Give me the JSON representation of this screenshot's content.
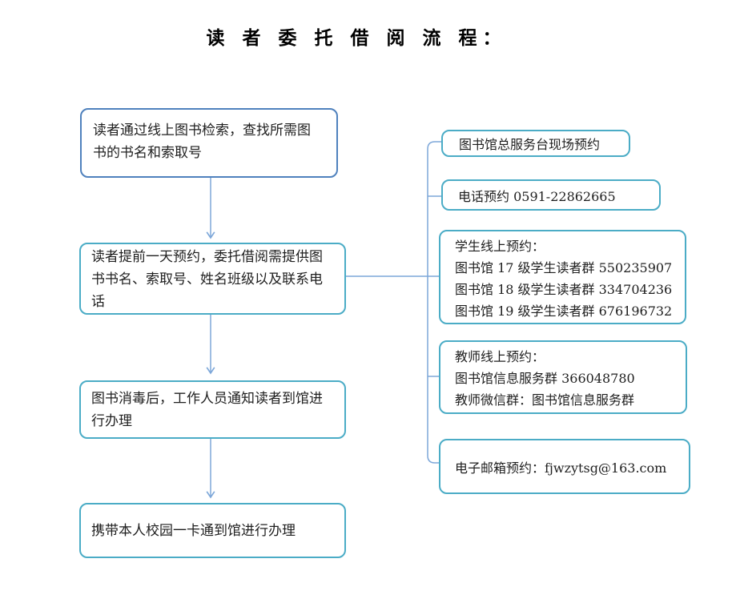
{
  "title": "读 者 委 托 借 阅 流 程：",
  "colors": {
    "box_blue_border": "#4f81bd",
    "box_cyan_border": "#4bacc6",
    "connector": "#7da7d9",
    "text": "#1f1f1f"
  },
  "flow_steps": [
    {
      "name": "search-catalog",
      "lines": [
        "读者通过线上图书检索，查找所需图",
        "书的书名和索取号"
      ]
    },
    {
      "name": "reserve-one-day-ahead",
      "lines": [
        "读者提前一天预约，委托借阅需提供图",
        "书书名、索取号、姓名班级以及联系电",
        "话"
      ]
    },
    {
      "name": "disinfect-and-notify",
      "lines": [
        "图书消毒后，工作人员通知读者到馆进",
        "行办理"
      ]
    },
    {
      "name": "bring-campus-card",
      "lines": [
        "携带本人校园一卡通到馆进行办理"
      ]
    }
  ],
  "reservation_options": [
    {
      "name": "front-desk",
      "lines": [
        "图书馆总服务台现场预约"
      ]
    },
    {
      "name": "phone",
      "lines": [
        "电话预约 0591-22862665"
      ]
    },
    {
      "name": "student-online",
      "lines": [
        "学生线上预约：",
        "图书馆 17 级学生读者群 550235907",
        "图书馆 18 级学生读者群 334704236",
        "图书馆 19 级学生读者群 676196732"
      ]
    },
    {
      "name": "teacher-online",
      "lines": [
        "教师线上预约：",
        "图书馆信息服务群 366048780",
        "教师微信群：图书馆信息服务群"
      ]
    },
    {
      "name": "email",
      "lines": [
        "电子邮箱预约：fjwzytsg@163.com"
      ]
    }
  ]
}
